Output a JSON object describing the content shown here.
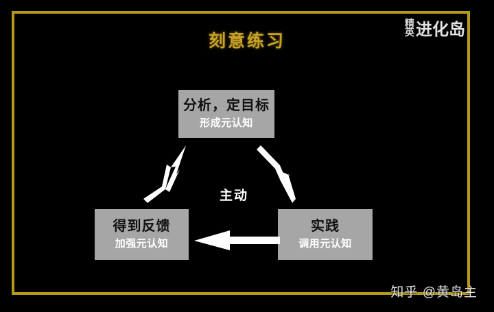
{
  "slide": {
    "background_color": "#000000",
    "frame_color": "#b59a18",
    "title": "刻意练习",
    "title_color": "#c9a227",
    "center_label": "主动",
    "watermark": "知乎 @黄岛主"
  },
  "brand": {
    "stack_top": "精",
    "stack_bottom": "英",
    "main": "进化岛",
    "full": "精英进化岛"
  },
  "diagram": {
    "type": "cycle",
    "node_fill": "#a6a6a6",
    "node_title_color": "#101010",
    "node_sub_color": "#ffffff",
    "arrow_color": "#ffffff",
    "nodes": [
      {
        "id": "analyze",
        "title": "分析，定目标",
        "subtitle": "形成元认知",
        "position": "top"
      },
      {
        "id": "feedback",
        "title": "得到反馈",
        "subtitle": "加强元认知",
        "position": "bottom-left"
      },
      {
        "id": "practice",
        "title": "实践",
        "subtitle": "调用元认知",
        "position": "bottom-right"
      }
    ],
    "arrows": [
      {
        "id": "feedback-to-analyze",
        "from": "feedback",
        "to": "analyze",
        "direction": "up-right"
      },
      {
        "id": "analyze-to-practice",
        "from": "analyze",
        "to": "practice",
        "direction": "down-right"
      },
      {
        "id": "practice-to-feedback",
        "from": "practice",
        "to": "feedback",
        "direction": "left"
      }
    ]
  }
}
